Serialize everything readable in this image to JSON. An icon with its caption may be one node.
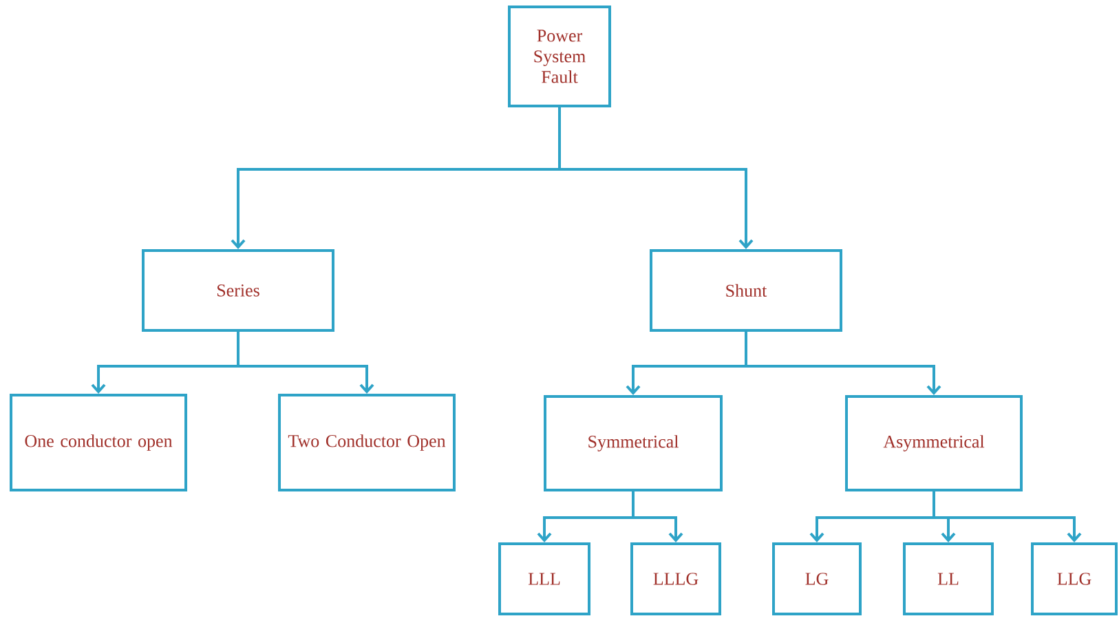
{
  "diagram": {
    "nodes": [
      {
        "text": [
          "Power System Fault"
        ]
      },
      {
        "text": [
          "Series"
        ]
      },
      {
        "text": [
          "Shunt"
        ]
      },
      {
        "text": [
          "One conductor open"
        ]
      },
      {
        "text": [
          "Two Conductor Open"
        ]
      },
      {
        "text": [
          "Symmetrical"
        ]
      },
      {
        "text": [
          "Asymmetrical"
        ]
      },
      {
        "text": [
          "LLL"
        ]
      },
      {
        "text": [
          "LLLG"
        ]
      },
      {
        "text": [
          "LG"
        ]
      },
      {
        "text": [
          "LL"
        ]
      },
      {
        "text": [
          "LLG"
        ]
      }
    ],
    "edges": [
      {
        "from": 0,
        "to": 1,
        "arrow": "to"
      },
      {
        "from": 0,
        "to": 2,
        "arrow": "to"
      },
      {
        "from": 1,
        "to": 3,
        "arrow": "to"
      },
      {
        "from": 1,
        "to": 4,
        "arrow": "to"
      },
      {
        "from": 2,
        "to": 5,
        "arrow": "to"
      },
      {
        "from": 2,
        "to": 6,
        "arrow": "to"
      },
      {
        "from": 5,
        "to": 7,
        "arrow": "to"
      },
      {
        "from": 5,
        "to": 8,
        "arrow": "to"
      },
      {
        "from": 6,
        "to": 9,
        "arrow": "to"
      },
      {
        "from": 6,
        "to": 10,
        "arrow": "to"
      },
      {
        "from": 6,
        "to": 11,
        "arrow": "to"
      }
    ]
  }
}
